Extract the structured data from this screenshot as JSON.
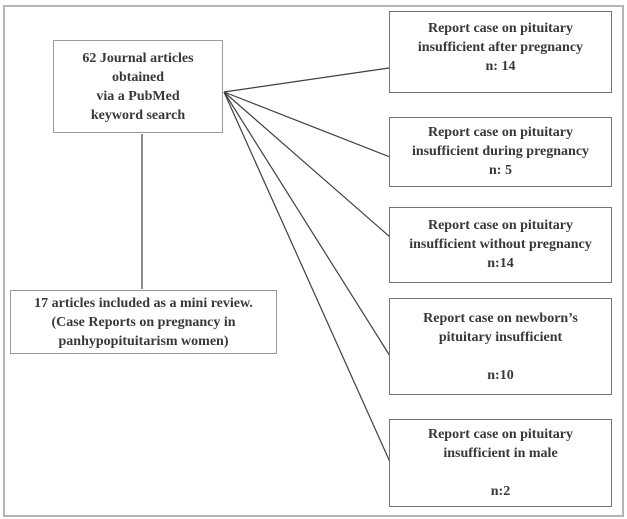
{
  "colors": {
    "background": "#ffffff",
    "frame_border": "#b5b5b5",
    "left_box_border": "#9a9a9a",
    "right_box_border": "#757575",
    "connector_line": "#3f3f3f",
    "text": "#383838"
  },
  "flowchart": {
    "source_box": {
      "text": "62 Journal articles\nobtained\nvia a PubMed\nkeyword search"
    },
    "result_box": {
      "text": "17 articles included as a mini review.\n(Case Reports on pregnancy in\npanhypopituitarism women)"
    },
    "category_boxes": [
      {
        "id": "pituitary-insufficient-after-pregnancy",
        "n": 14,
        "text": "Report case on pituitary\ninsufficient after pregnancy\nn: 14"
      },
      {
        "id": "pituitary-insufficient-during-pregnancy",
        "n": 5,
        "text": "Report case on pituitary\ninsufficient during pregnancy\nn: 5"
      },
      {
        "id": "pituitary-insufficient-without-pregnancy",
        "n": 14,
        "text": "Report case on pituitary\ninsufficient without pregnancy\nn:14"
      },
      {
        "id": "newborns-pituitary-insufficient",
        "n": 10,
        "text": "Report case on newborn’s\npituitary insufficient\n\nn:10"
      },
      {
        "id": "pituitary-insufficient-in-male",
        "n": 2,
        "text": "Report case on  pituitary\ninsufficient in male\n\nn:2"
      }
    ]
  }
}
